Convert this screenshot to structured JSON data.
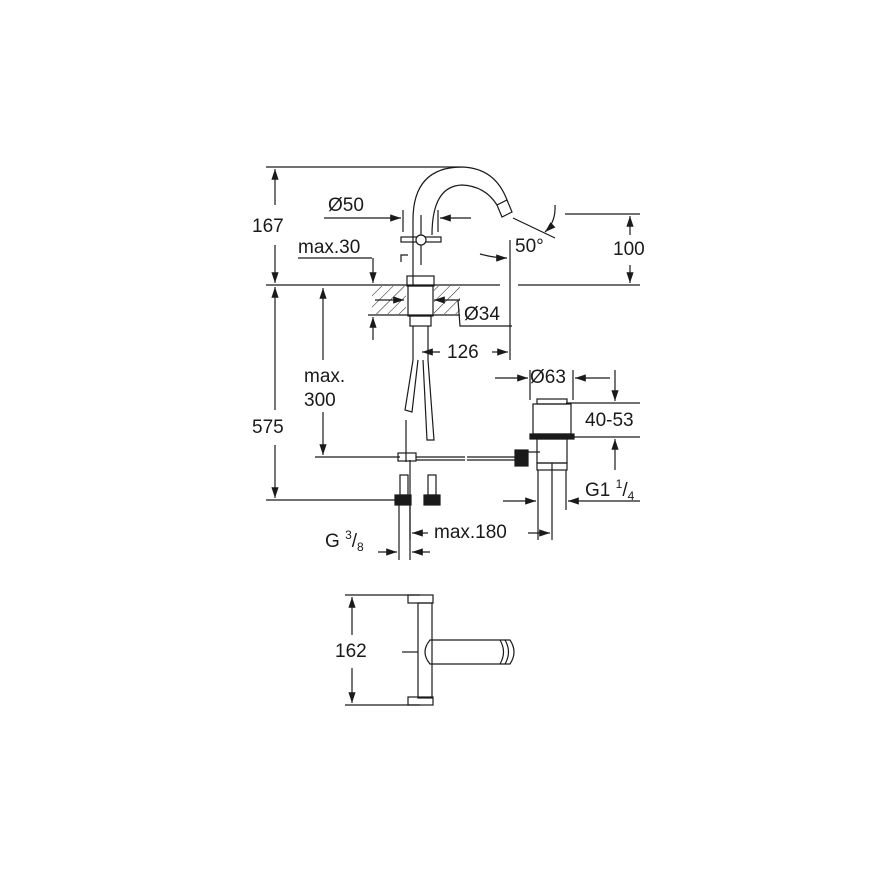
{
  "drawing": {
    "dims": {
      "height_above_deck": "167",
      "handle_diameter": "Ø50",
      "deck_thickness": "max.30",
      "spray_angle": "50°",
      "spout_height": "100",
      "hole_diameter": "Ø34",
      "spout_reach": "126",
      "hose_length_label_1": "max.",
      "hose_length_label_2": "300",
      "total_height": "575",
      "waste_diameter": "Ø63",
      "waste_range": "40-53",
      "waste_thread_main": "G1",
      "waste_thread_num": "1",
      "waste_thread_den": "4",
      "supply_thread_main": "G",
      "supply_thread_num": "3",
      "supply_thread_den": "8",
      "rod_length": "max.180",
      "top_view_depth": "162"
    },
    "line_color": "#1a1a1a"
  }
}
